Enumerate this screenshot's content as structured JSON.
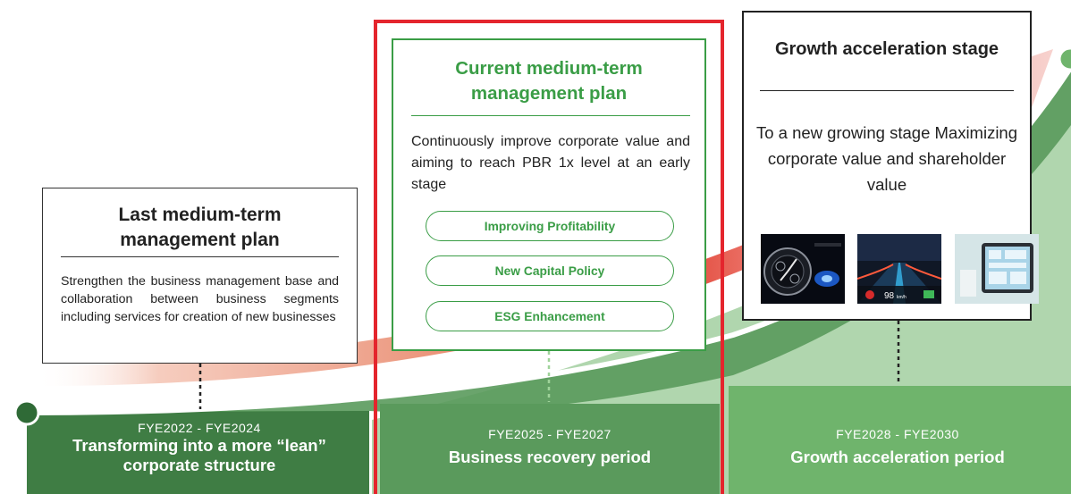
{
  "colors": {
    "dark_green": "#3f7d44",
    "mid_green": "#5a9a5c",
    "light_green": "#6fb46c",
    "brand_green": "#3a9d46",
    "red_accent": "#e4252d",
    "text": "#222222"
  },
  "last_plan": {
    "title": "Last medium-term management plan",
    "description": "Strengthen the business management base and collaboration between business segments including services for creation of new businesses"
  },
  "current_plan": {
    "title": "Current medium-term management plan",
    "description": "Continuously improve corporate value and aiming to reach PBR 1x level at an early stage",
    "pillars": [
      "Improving Profitability",
      "New Capital Policy",
      "ESG Enhancement"
    ]
  },
  "growth_stage": {
    "title": "Growth acceleration stage",
    "description": "To a new growing stage Maximizing corporate value and shareholder value",
    "photos": [
      "watch-photo",
      "car-dashboard-photo",
      "tablet-photo"
    ],
    "photo_text": {
      "speed": "98",
      "unit": "km/h"
    }
  },
  "periods": [
    {
      "years": "FYE2022 - FYE2024",
      "name": "Transforming into a more “lean” corporate structure"
    },
    {
      "years": "FYE2025 - FYE2027",
      "name": "Business recovery period"
    },
    {
      "years": "FYE2028 - FYE2030",
      "name": "Growth acceleration period"
    }
  ]
}
